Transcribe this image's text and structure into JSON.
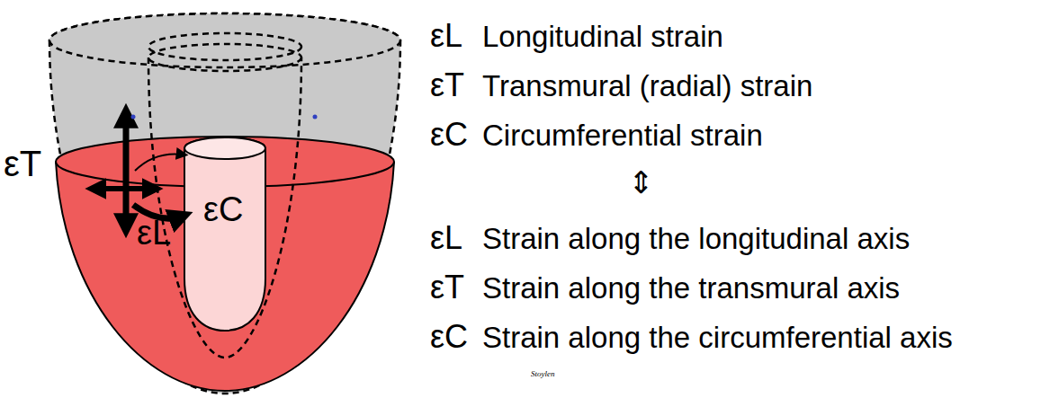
{
  "diagram": {
    "labels": [
      "εT",
      "εC",
      "εL",
      "εL",
      "Longitudinal strain",
      "εT",
      "Transmural (radial) strain",
      "εC",
      "Circumferential strain",
      "⇕",
      "εL",
      "Strain along the longitudinal axis",
      "εT",
      "Strain along the transmural axis",
      "εC",
      "Strain along the circumferential axis",
      "Stoylen"
    ]
  }
}
